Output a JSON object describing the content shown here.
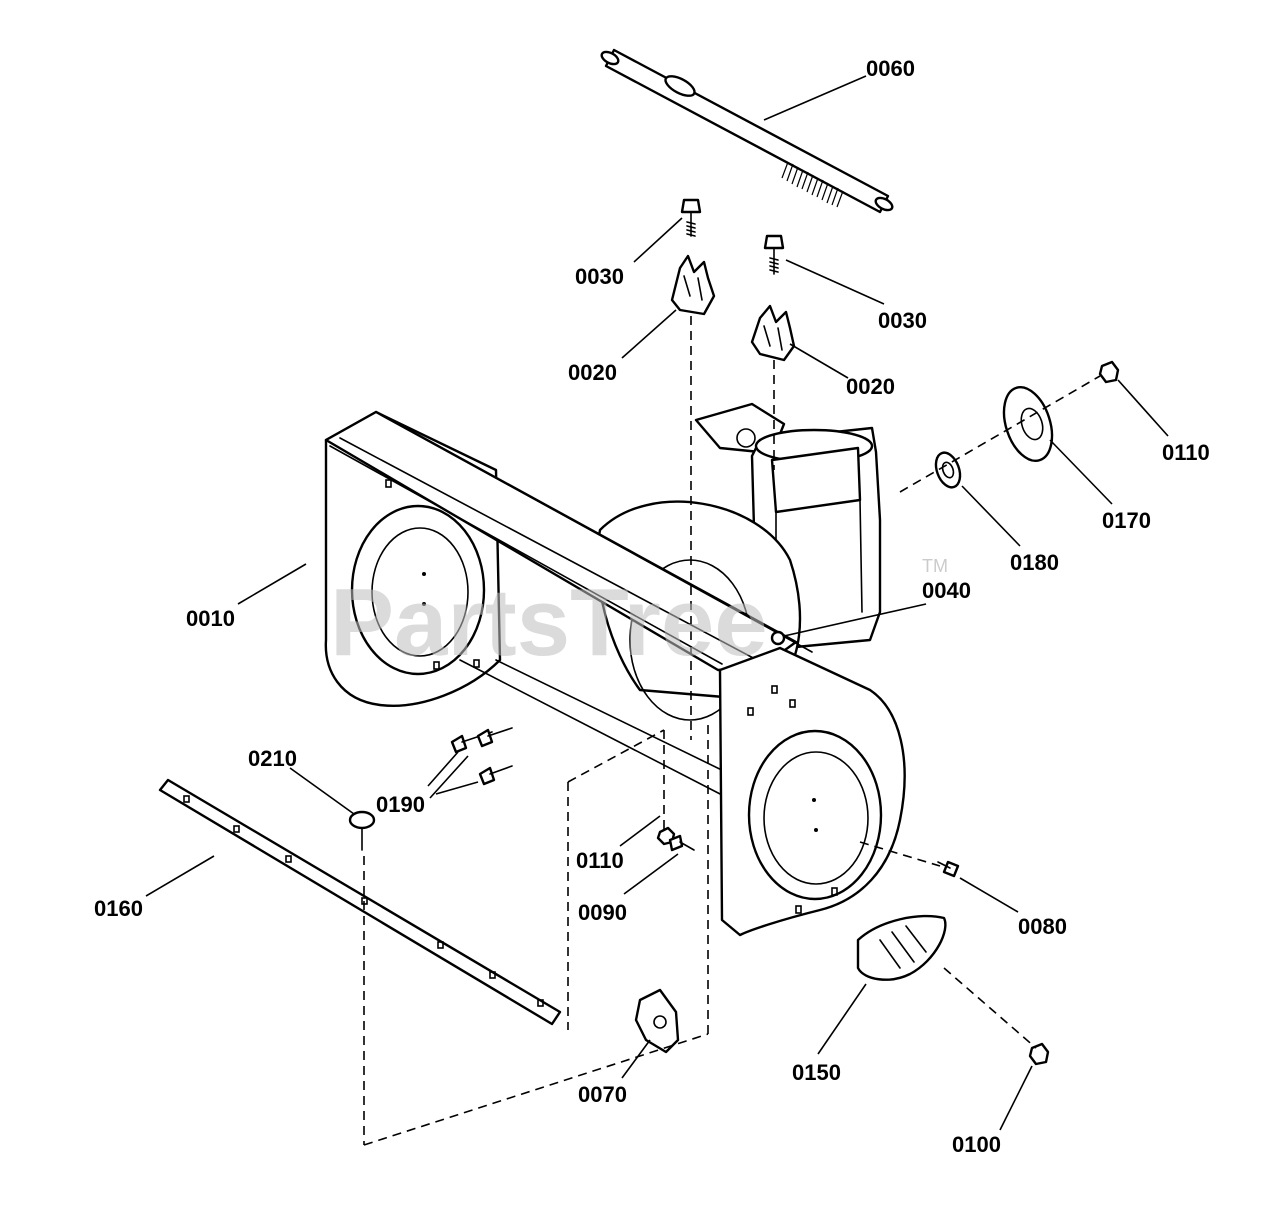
{
  "watermark": {
    "text": "PartsTree",
    "tm": "TM"
  },
  "callouts": {
    "p0060": "0060",
    "p0030a": "0030",
    "p0030b": "0030",
    "p0020a": "0020",
    "p0020b": "0020",
    "p0110a": "0110",
    "p0170": "0170",
    "p0180": "0180",
    "p0040": "0040",
    "p0010": "0010",
    "p0210": "0210",
    "p0190": "0190",
    "p0110b": "0110",
    "p0090": "0090",
    "p0080": "0080",
    "p0160": "0160",
    "p0150": "0150",
    "p0070": "0070",
    "p0100": "0100"
  },
  "colors": {
    "line": "#000000",
    "background": "#ffffff",
    "watermark": "#bfbfbf"
  }
}
